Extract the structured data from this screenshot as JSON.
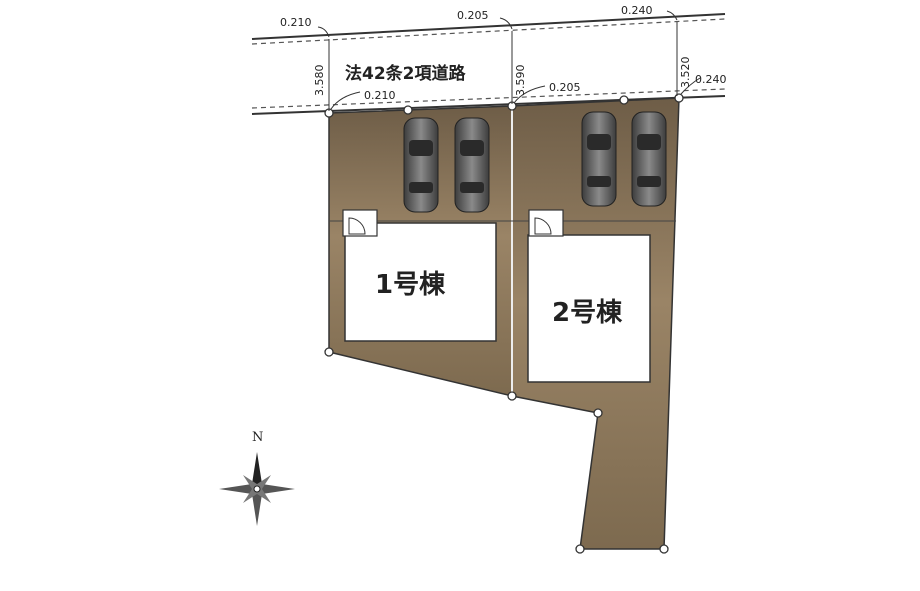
{
  "road": {
    "label": "法42条2項道路",
    "top_offsets": [
      "0.210",
      "0.205",
      "0.240"
    ],
    "bottom_offsets": [
      "0.210",
      "0.205",
      "0.240"
    ],
    "widths": [
      "3.580",
      "3.590",
      "3.520"
    ]
  },
  "lots": [
    {
      "building_label": "1号棟",
      "parking_spaces": 2
    },
    {
      "building_label": "2号棟",
      "parking_spaces": 2
    }
  ],
  "compass": {
    "north_label": "N"
  },
  "colors": {
    "lot_fill": "#8a7558",
    "building_fill": "#ffffff",
    "car_body": "#5a5a5a",
    "line": "#333333"
  }
}
